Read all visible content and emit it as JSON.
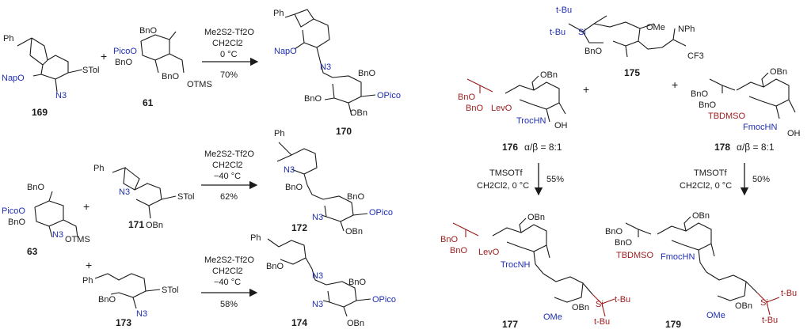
{
  "compounds": {
    "c169": {
      "number": "169",
      "labels": [
        "Ph",
        "NapO",
        "N3",
        "STol"
      ]
    },
    "c61": {
      "number": "61",
      "labels": [
        "BnO",
        "PicoO",
        "BnO",
        "BnO",
        "OTMS"
      ]
    },
    "c170": {
      "number": "170",
      "labels": [
        "Ph",
        "NapO",
        "N3",
        "BnO",
        "BnO",
        "OPico",
        "OBn"
      ]
    },
    "c171": {
      "number": "171",
      "labels": [
        "Ph",
        "N3",
        "OBn",
        "STol"
      ]
    },
    "c63": {
      "number": "63",
      "labels": [
        "BnO",
        "PicoO",
        "BnO",
        "N3",
        "OTMS"
      ]
    },
    "c172": {
      "number": "172",
      "labels": [
        "Ph",
        "N3",
        "BnO",
        "BnO",
        "N3",
        "OPico",
        "OBn"
      ]
    },
    "c173": {
      "number": "173",
      "labels": [
        "Ph",
        "BnO",
        "N3",
        "STol"
      ]
    },
    "c174": {
      "number": "174",
      "labels": [
        "Ph",
        "BnO",
        "N3",
        "BnO",
        "N3",
        "OPico",
        "OBn"
      ]
    },
    "c175": {
      "number": "175",
      "labels": [
        "t-Bu",
        "Si",
        "t-Bu",
        "OMe",
        "BnO",
        "NPh",
        "CF3"
      ]
    },
    "c176": {
      "number": "176",
      "ratio": "α/β = 8:1",
      "labels": [
        "OBn",
        "BnO",
        "BnO",
        "LevO",
        "TrocHN",
        "OH"
      ]
    },
    "c177": {
      "number": "177",
      "labels": [
        "OBn",
        "BnO",
        "BnO",
        "LevO",
        "TrocNH",
        "OBn",
        "OMe",
        "Si",
        "t-Bu",
        "t-Bu"
      ]
    },
    "c178": {
      "number": "178",
      "ratio": "α/β = 8:1",
      "labels": [
        "OBn",
        "BnO",
        "BnO",
        "TBDMSO",
        "FmocHN",
        "OH"
      ]
    },
    "c179": {
      "number": "179",
      "labels": [
        "OBn",
        "BnO",
        "BnO",
        "TBDMSO",
        "FmocHN",
        "OBn",
        "OMe",
        "Si",
        "t-Bu",
        "t-Bu"
      ]
    }
  },
  "reactions": {
    "r1": {
      "reagent": "Me2S2-Tf2O",
      "solvent": "CH2Cl2",
      "temp": "0 °C",
      "yield": "70%"
    },
    "r2": {
      "reagent": "Me2S2-Tf2O",
      "solvent": "CH2Cl2",
      "temp": "−40 °C",
      "yield": "62%"
    },
    "r3": {
      "reagent": "Me2S2-Tf2O",
      "solvent": "CH2Cl2",
      "temp": "−40 °C",
      "yield": "58%"
    },
    "r4": {
      "reagent": "TMSOTf",
      "conditions": "CH2Cl2, 0 °C",
      "yield": "55%"
    },
    "r5": {
      "reagent": "TMSOTf",
      "conditions": "CH2Cl2, 0 °C",
      "yield": "50%"
    }
  },
  "operators": {
    "plus": "+"
  }
}
